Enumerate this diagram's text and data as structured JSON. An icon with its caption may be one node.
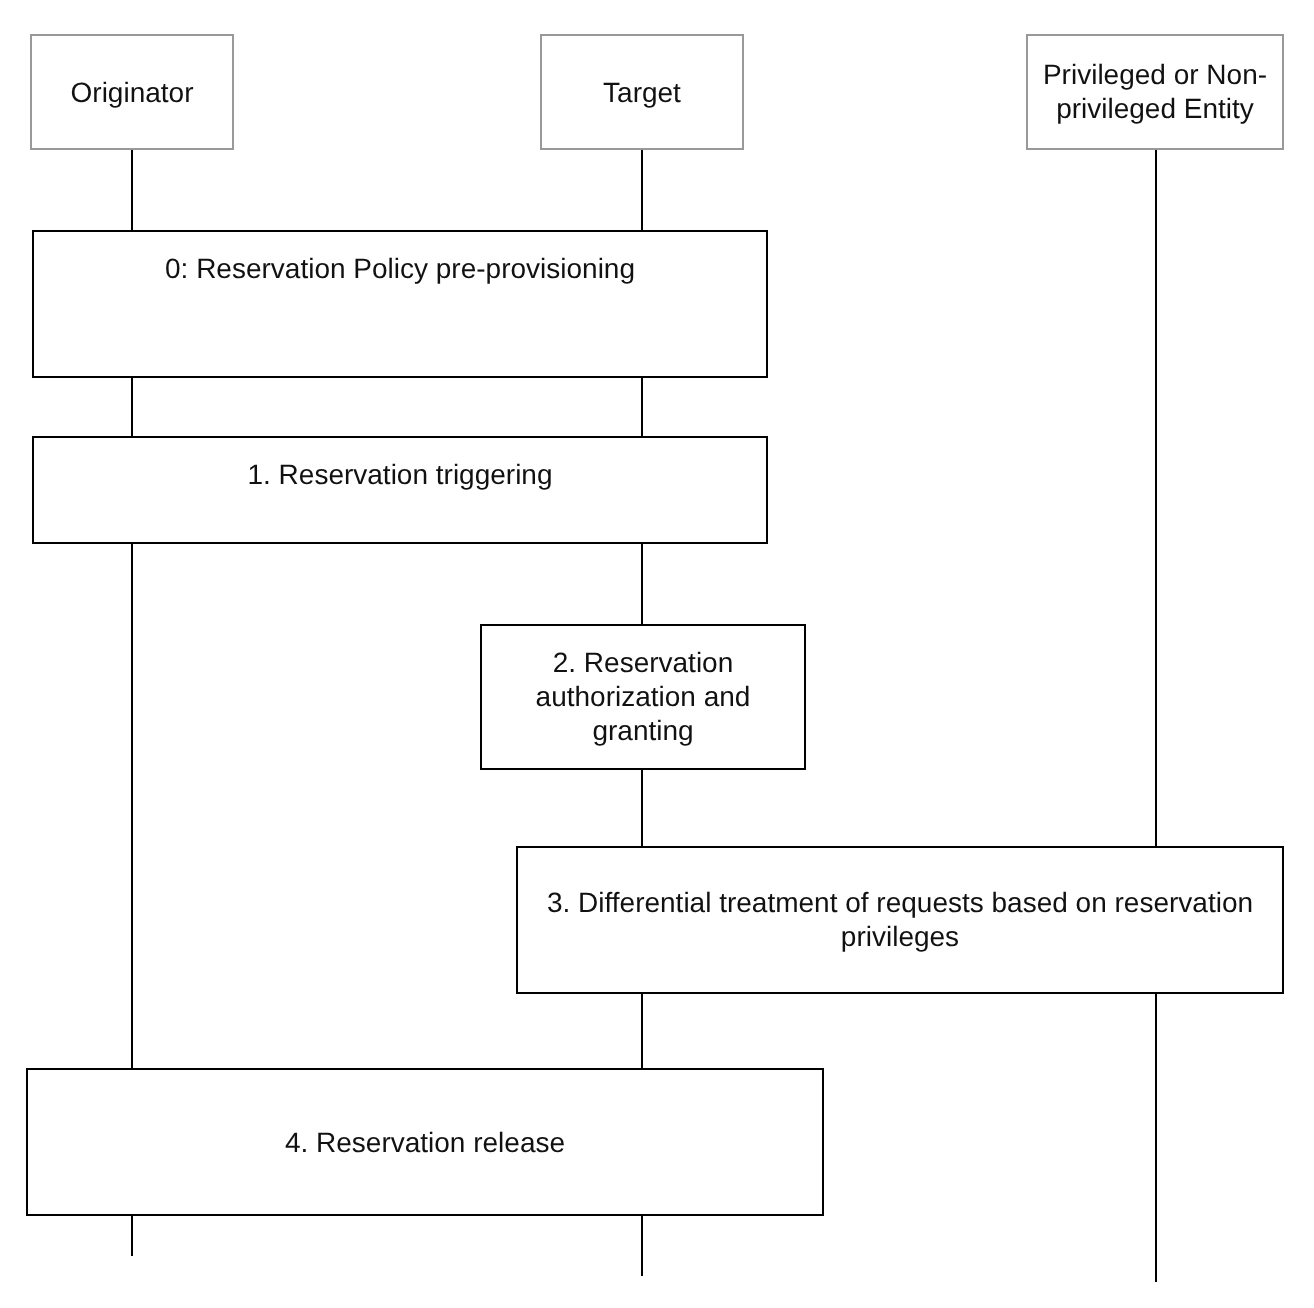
{
  "diagram": {
    "nodes": [
      {
        "text": [
          "Originator"
        ]
      },
      {
        "text": [
          "Target"
        ]
      },
      {
        "text": [
          "Privileged or Non-privileged Entity"
        ]
      },
      {
        "text": [
          "0: Reservation Policy pre-provisioning"
        ]
      },
      {
        "text": [
          "1. Reservation triggering"
        ]
      },
      {
        "text": [
          "2. Reservation authorization and granting"
        ]
      },
      {
        "text": [
          "3. Differential treatment of requests based on reservation privileges"
        ]
      },
      {
        "text": [
          "4. Reservation release"
        ]
      }
    ],
    "edges": [
      {
        "from": 0,
        "to": 3,
        "arrow": "none"
      },
      {
        "from": 3,
        "to": 4,
        "arrow": "none"
      },
      {
        "from": 4,
        "to": 7,
        "arrow": "none"
      },
      {
        "from": 7,
        "to": null,
        "arrow": "none"
      },
      {
        "from": 1,
        "to": 3,
        "arrow": "none"
      },
      {
        "from": 3,
        "to": 4,
        "arrow": "none"
      },
      {
        "from": 4,
        "to": 5,
        "arrow": "none"
      },
      {
        "from": 5,
        "to": 6,
        "arrow": "none"
      },
      {
        "from": 6,
        "to": 7,
        "arrow": "none"
      },
      {
        "from": 7,
        "to": null,
        "arrow": "none"
      },
      {
        "from": 2,
        "to": 6,
        "arrow": "none"
      },
      {
        "from": 6,
        "to": null,
        "arrow": "none"
      }
    ]
  }
}
